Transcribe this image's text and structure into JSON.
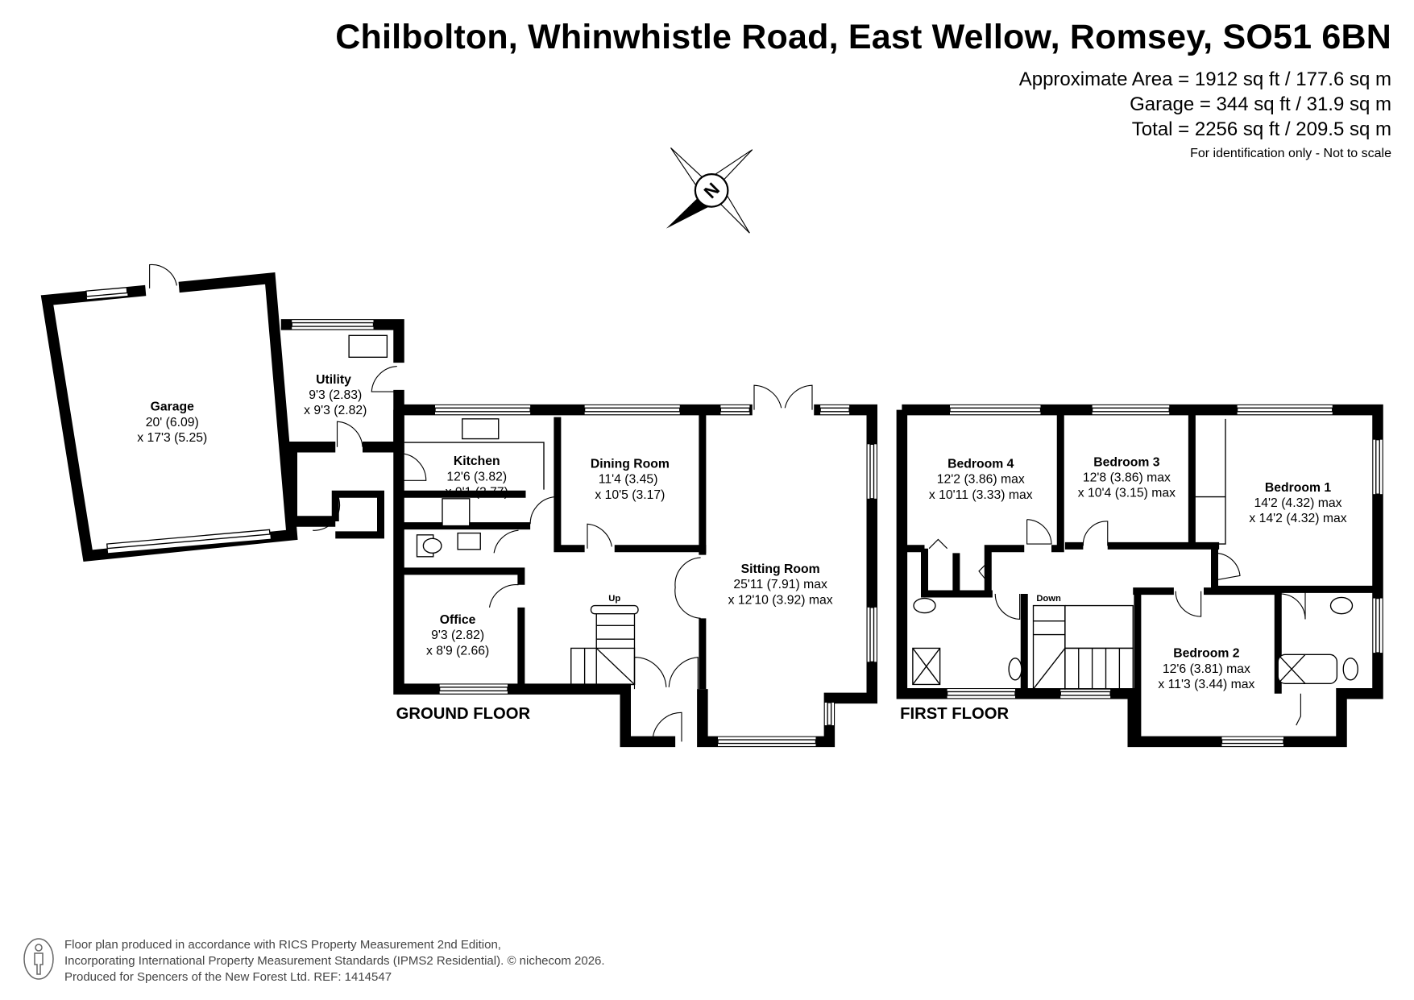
{
  "header": {
    "title": "Chilbolton, Whinwhistle Road, East Wellow, Romsey, SO51 6BN",
    "areas": [
      "Approximate Area = 1912 sq ft / 177.6 sq m",
      "Garage = 344 sq ft / 31.9 sq m",
      "Total = 2256 sq ft / 209.5 sq m"
    ],
    "note": "For identification only - Not to scale"
  },
  "compass": {
    "label": "N",
    "icon": "compass-north-icon"
  },
  "ground_floor": {
    "label": "GROUND FLOOR",
    "stairs_label": "Up",
    "rooms": [
      {
        "name": "Garage",
        "dim1": "20' (6.09)",
        "dim2": "x 17'3 (5.25)"
      },
      {
        "name": "Utility",
        "dim1": "9'3 (2.83)",
        "dim2": "x 9'3 (2.82)"
      },
      {
        "name": "Kitchen",
        "dim1": "12'6 (3.82)",
        "dim2": "x 9'1 (2.77)"
      },
      {
        "name": "Dining Room",
        "dim1": "11'4 (3.45)",
        "dim2": "x 10'5 (3.17)"
      },
      {
        "name": "Sitting Room",
        "dim1": "25'11 (7.91) max",
        "dim2": "x 12'10 (3.92) max"
      },
      {
        "name": "Office",
        "dim1": "9'3 (2.82)",
        "dim2": "x 8'9 (2.66)"
      }
    ]
  },
  "first_floor": {
    "label": "FIRST FLOOR",
    "stairs_label": "Down",
    "rooms": [
      {
        "name": "Bedroom 4",
        "dim1": "12'2 (3.86) max",
        "dim2": "x 10'11 (3.33) max"
      },
      {
        "name": "Bedroom 3",
        "dim1": "12'8 (3.86) max",
        "dim2": "x 10'4 (3.15) max"
      },
      {
        "name": "Bedroom 1",
        "dim1": "14'2 (4.32) max",
        "dim2": "x 14'2 (4.32) max"
      },
      {
        "name": "Bedroom 2",
        "dim1": "12'6 (3.81) max",
        "dim2": "x 11'3 (3.44) max"
      }
    ]
  },
  "footer": {
    "lines": [
      "Floor plan produced in accordance with RICS Property Measurement 2nd Edition,",
      "Incorporating International Property Measurement Standards (IPMS2 Residential).   © nichecom 2026.",
      "Produced for Spencers of the New Forest Ltd.   REF:  1414547"
    ]
  }
}
